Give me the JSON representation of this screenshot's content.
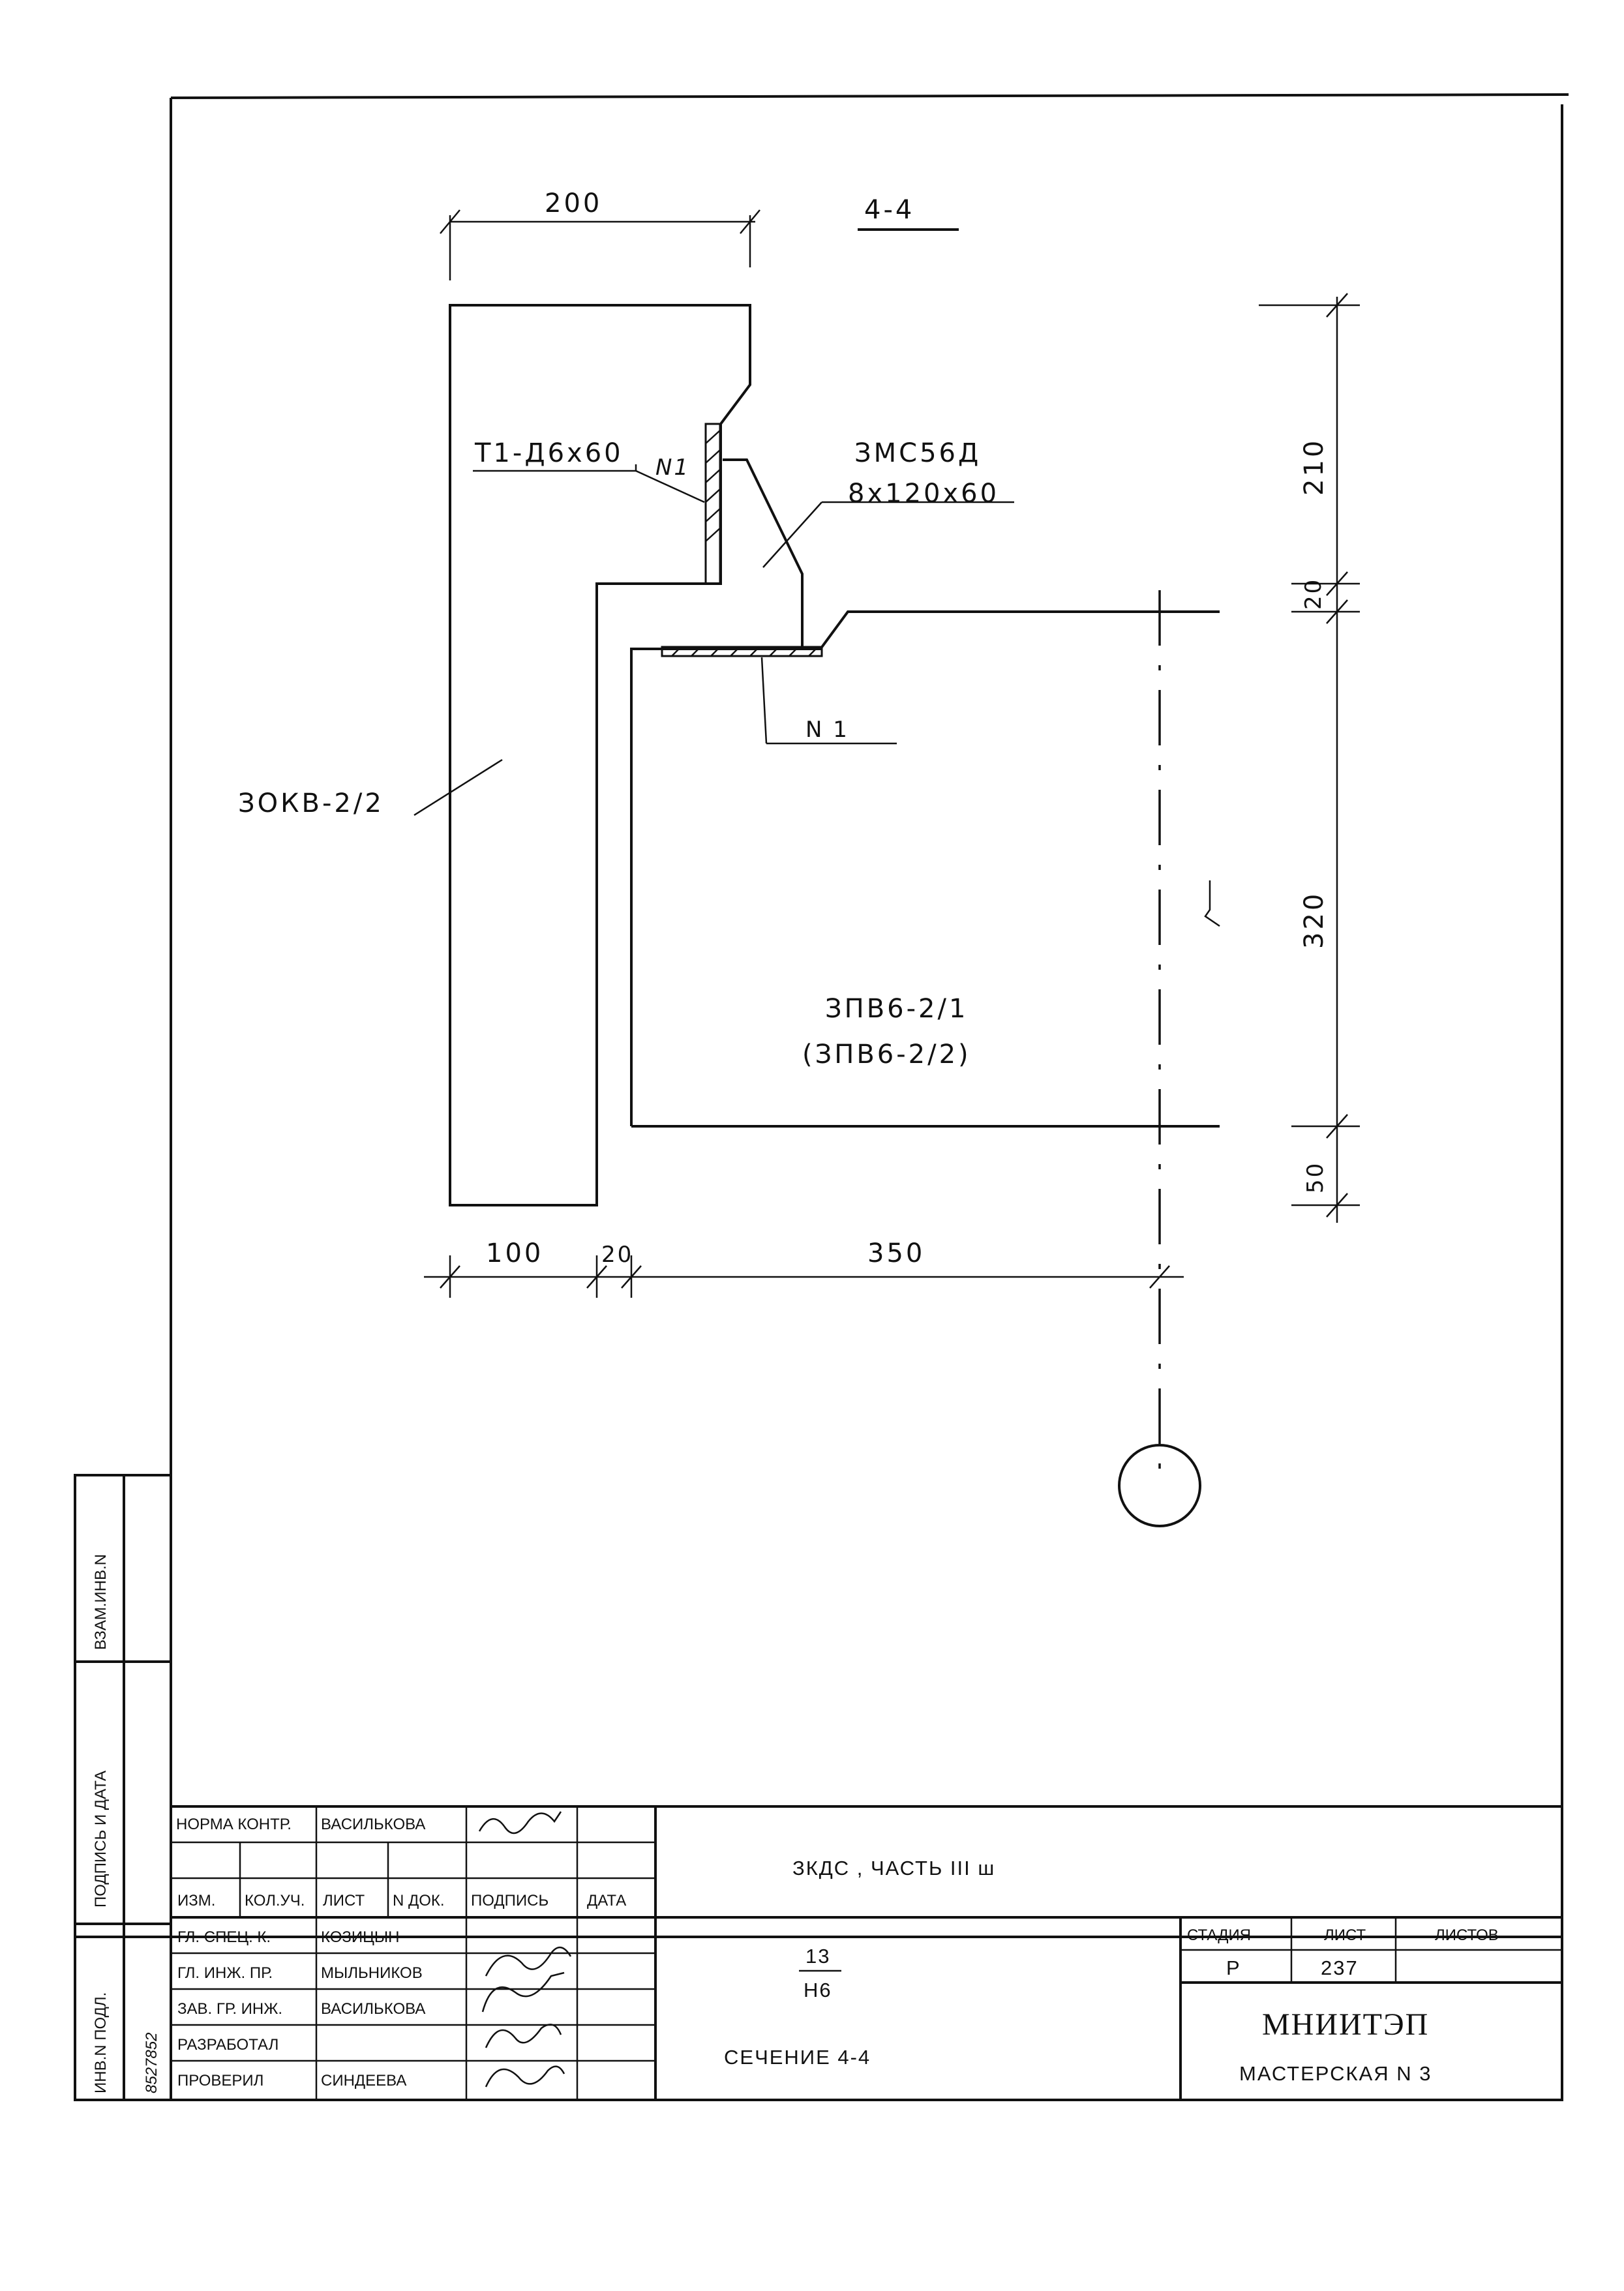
{
  "drawing": {
    "section_title": "4-4",
    "dims": {
      "top_width": "200",
      "bottom_100": "100",
      "bottom_20": "20",
      "bottom_350": "350",
      "right_210": "210",
      "right_20": "20",
      "right_320": "320",
      "right_50": "50"
    },
    "labels": {
      "anchor_t1": "Т1-Д6х60",
      "weld_n1_top": "N1",
      "plate_mark": "ЗМС56Д",
      "plate_size": "8х120х60",
      "column_mark": "ЗОКВ-2/2",
      "weld_n1": "N 1",
      "slab_mark": "ЗПВ6-2/1",
      "slab_mark_alt": "(ЗПВ6-2/2)"
    }
  },
  "side_stamp": {
    "vzam_inv": "ВЗАМ.ИНВ.N",
    "sign_date": "ПОДПИСЬ И ДАТА",
    "inv_podl": "ИНВ.N ПОДЛ.",
    "inv_number": "8527852"
  },
  "title_block": {
    "norm_control_label": "НОРМА КОНТР.",
    "norm_control_name": "ВАСИЛЬКОВА",
    "headers": [
      "ИЗМ.",
      "КОЛ.УЧ.",
      "ЛИСТ",
      "N ДОК.",
      "ПОДПИСЬ",
      "ДАТА"
    ],
    "roles": [
      {
        "role": "ГЛ. СПЕЦ. К.",
        "name": "КОЗИЦЫН"
      },
      {
        "role": "ГЛ. ИНЖ. ПР.",
        "name": "МЫЛЬНИКОВ"
      },
      {
        "role": "ЗАВ. ГР. ИНЖ.",
        "name": "ВАСИЛЬКОВА"
      },
      {
        "role": "РАЗРАБОТАЛ",
        "name": ""
      },
      {
        "role": "ПРОВЕРИЛ",
        "name": "СИНДЕЕВА"
      }
    ],
    "project": "ЗКДС , ЧАСТЬ III ш",
    "node_top": "13",
    "node_bottom": "Н6",
    "sheet_title": "СЕЧЕНИЕ 4-4",
    "stage_label": "СТАДИЯ",
    "sheet_label": "ЛИСТ",
    "sheets_label": "ЛИСТОВ",
    "stage": "Р",
    "sheet": "237",
    "sheets": "",
    "org": "МНИИТЭП",
    "workshop": "МАСТЕРСКАЯ N 3"
  }
}
